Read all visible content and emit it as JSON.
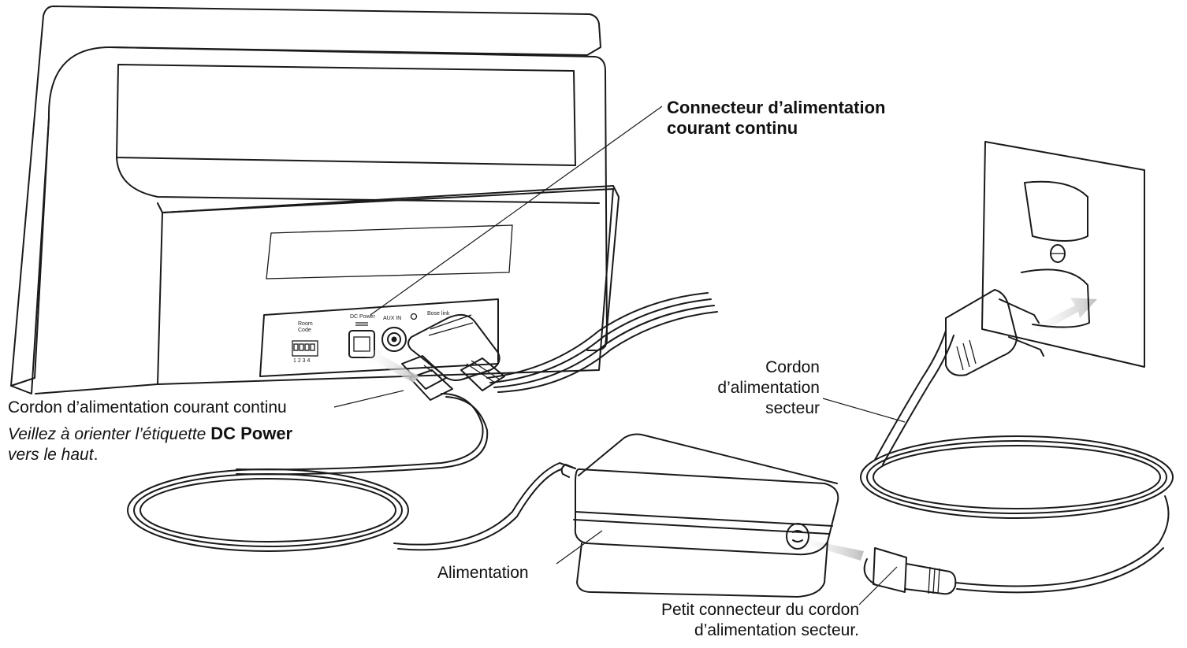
{
  "labels": {
    "dc_connector_title": {
      "line1": "Connecteur d’alimentation",
      "line2": "courant continu"
    },
    "dc_cord": "Cordon d’alimentation courant continu",
    "dc_note": {
      "prefix": "Veillez à orienter l’étiquette ",
      "bold": "DC Power",
      "line2_italic": "vers le haut",
      "line2_end": "."
    },
    "ac_cord": {
      "line1": "Cordon",
      "line2": "d’alimentation",
      "line3": "secteur"
    },
    "power_supply": "Alimentation",
    "small_connector": {
      "line1": "Petit connecteur du cordon",
      "line2": "d’alimentation secteur."
    }
  },
  "panel_text": {
    "room_code_1": "Room",
    "room_code_2": "Code",
    "room_code_digits": "1 2 3 4",
    "dc_power": "DC Power",
    "aux_in": "AUX IN",
    "bose_link": "Bose link"
  },
  "colors": {
    "line": "#1a1a1a",
    "arrow": "#bdbdbd",
    "background": "#ffffff"
  }
}
